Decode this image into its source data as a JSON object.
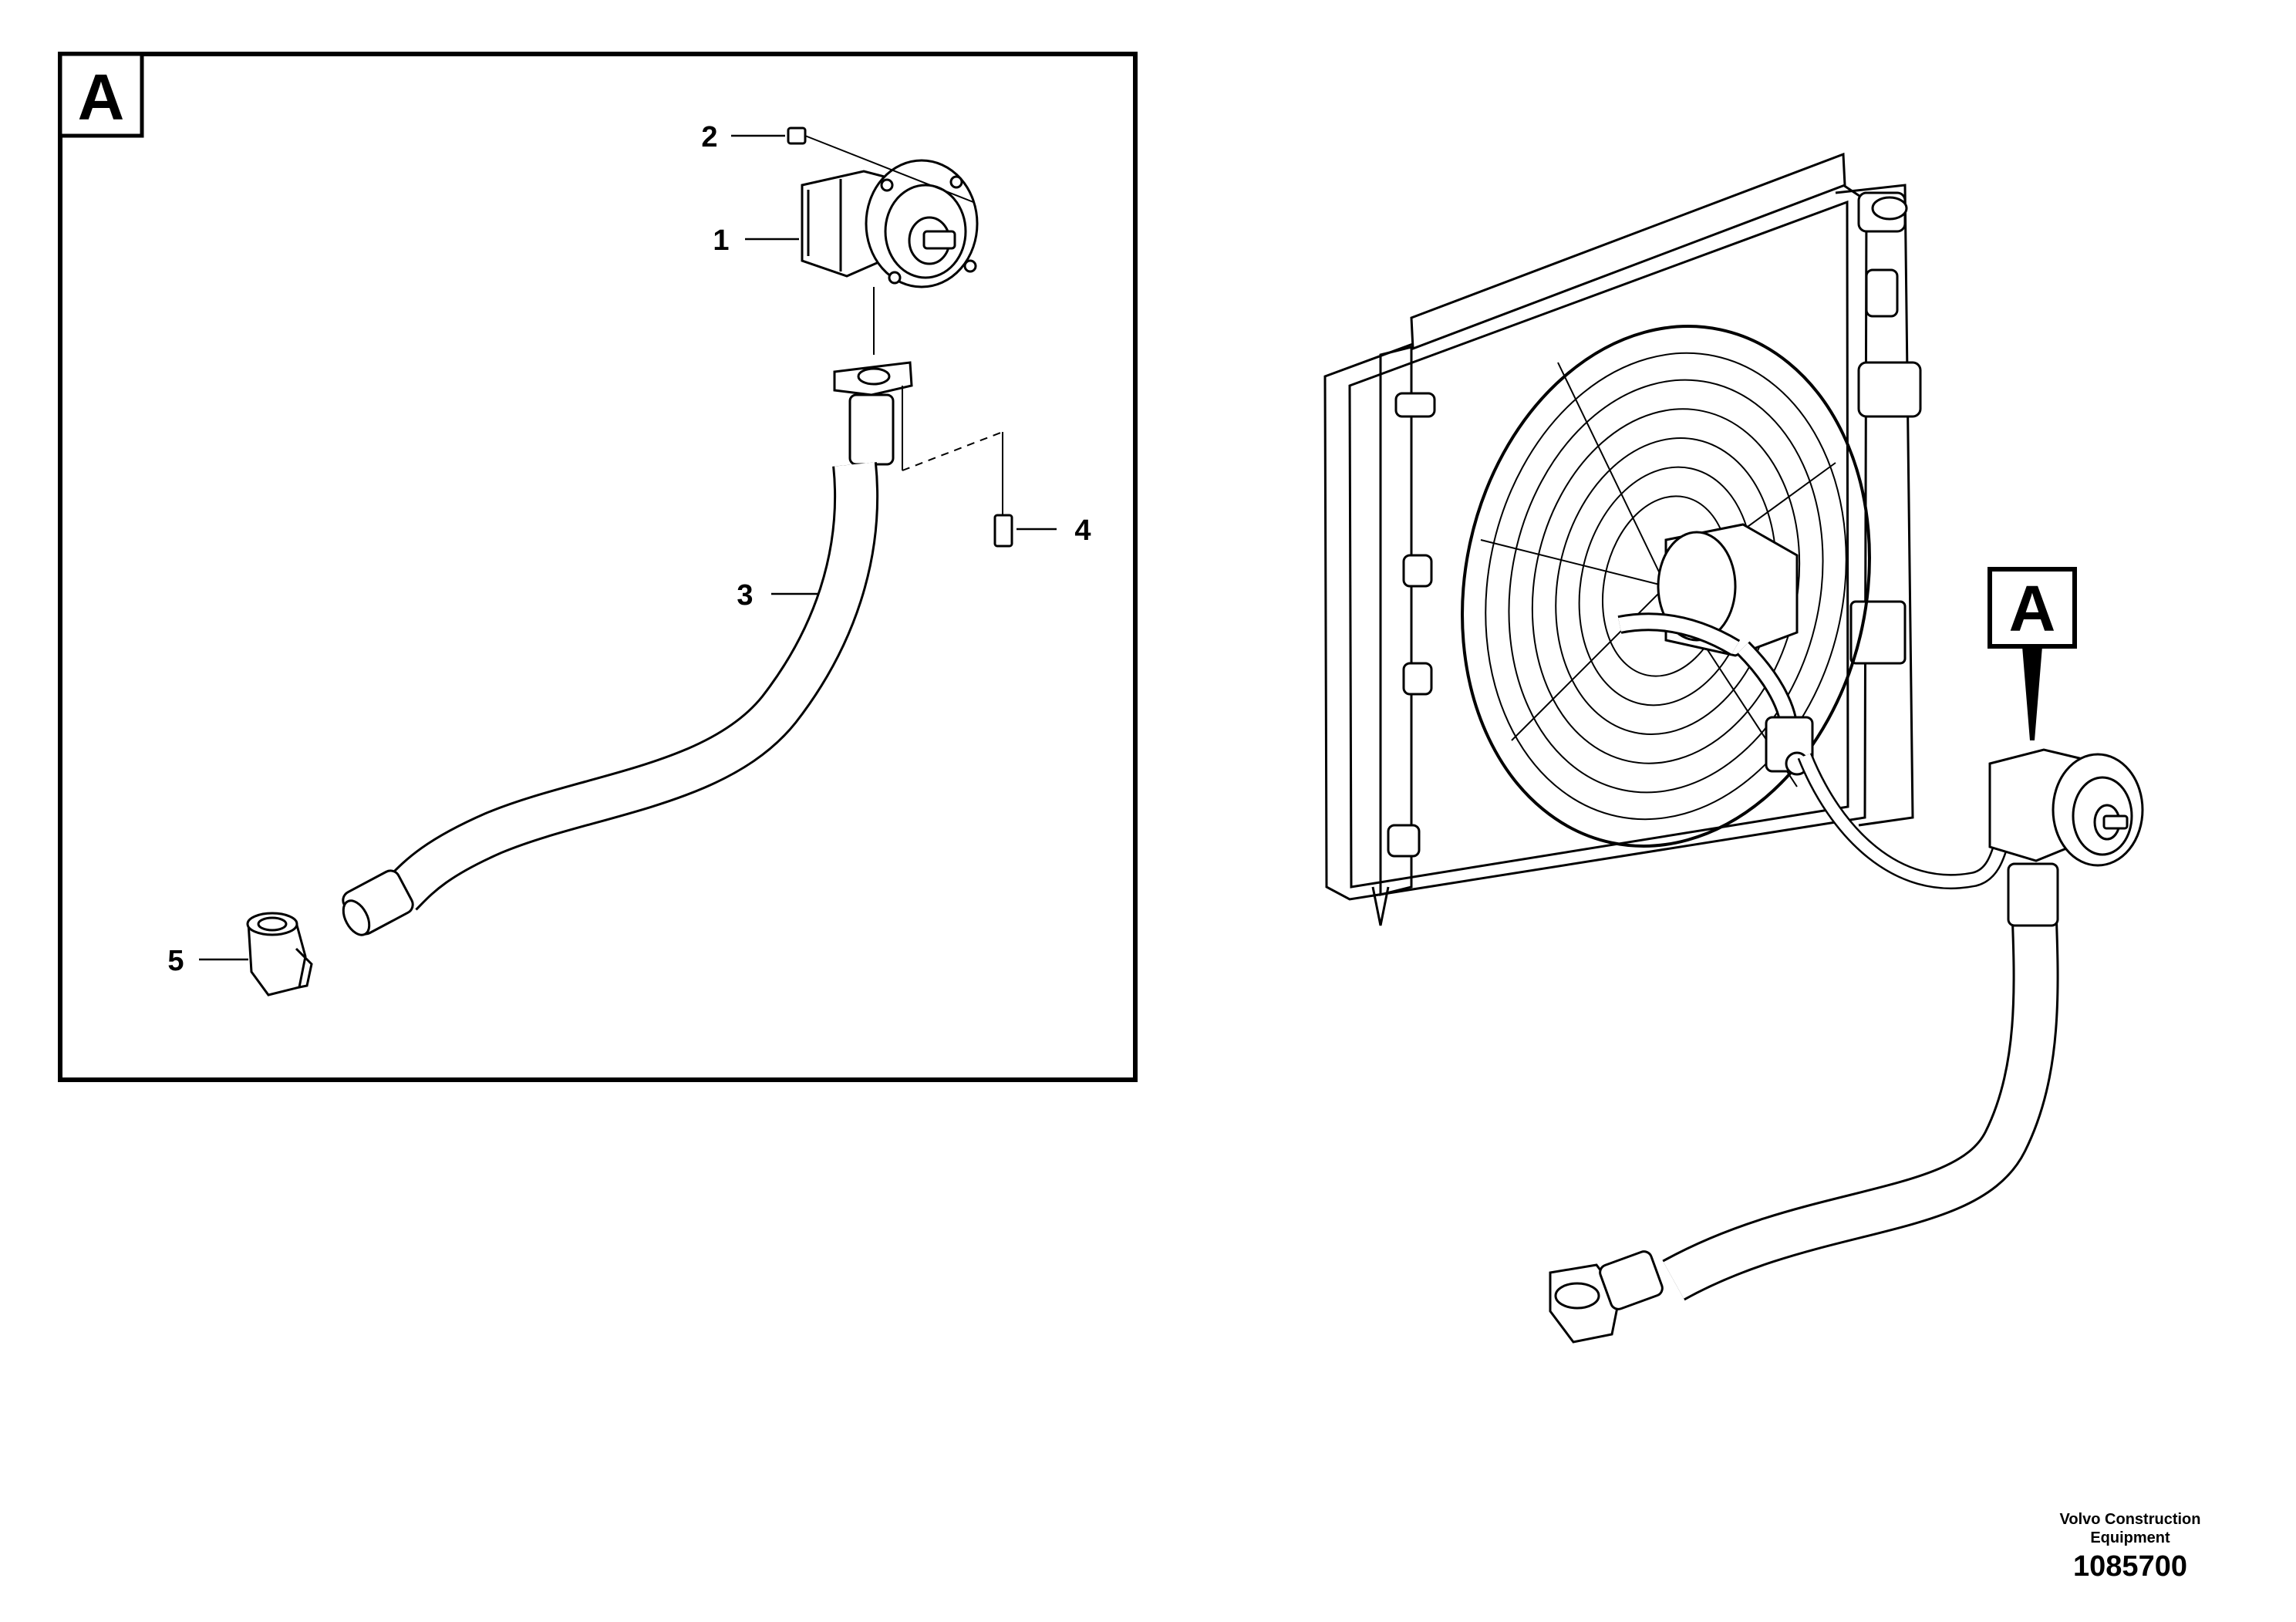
{
  "detail_view": {
    "label": "A",
    "callouts": [
      {
        "number": "1"
      },
      {
        "number": "2"
      },
      {
        "number": "3"
      },
      {
        "number": "4"
      },
      {
        "number": "5"
      }
    ]
  },
  "assembly_view": {
    "reference_label": "A"
  },
  "footer": {
    "company": "Volvo Construction Equipment",
    "drawing_number": "1085700"
  }
}
